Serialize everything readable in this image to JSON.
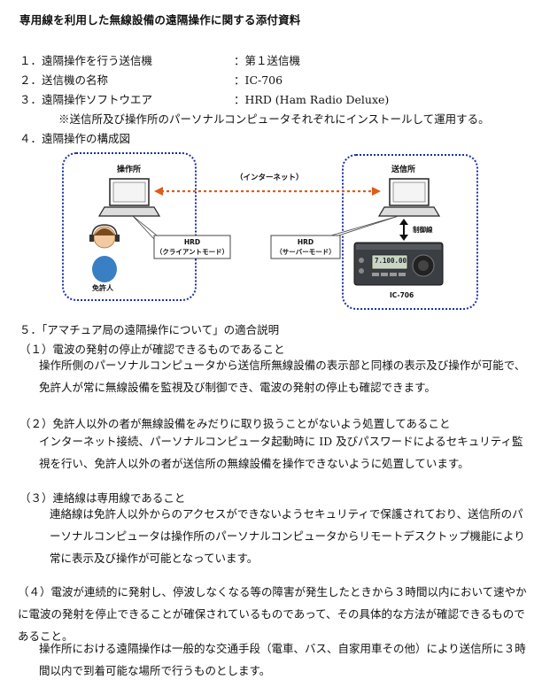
{
  "title": "専用線を利用した無線設備の遠隔操作に関する添付資料",
  "items": [
    {
      "num": "１．",
      "label": "遠隔操作を行う送信機",
      "value": "：第１送信機"
    },
    {
      "num": "２．",
      "label": "送信機の名称",
      "value": "：IC-706"
    },
    {
      "num": "３．",
      "label": "遠隔操作ソフトウエア",
      "value": "：HRD (Ham Radio Deluxe)"
    }
  ],
  "software_note": "※送信所及び操作所のパーソナルコンピュータそれぞれにインストールして運用する。",
  "diagram_heading": "４．遠隔操作の構成図",
  "diagram": {
    "operation_site": "操作所",
    "transmit_site": "送信所",
    "internet": "（インターネット）",
    "hrd_client_line1": "HRD",
    "hrd_client_line2": "（クライアントモード）",
    "hrd_server_line1": "HRD",
    "hrd_server_line2": "（サーバーモード）",
    "operator": "免許人",
    "control_line": "制御線",
    "radio": "IC-706",
    "radio_display": "7.100.00"
  },
  "section5_heading": "５．「アマチュア局の遠隔操作について」の適合説明",
  "s1": {
    "heading": "（１）電波の発射の停止が確認できるものであること",
    "body_line1": "操作所側のパーソナルコンピュータから送信所無線設備の表示部と同様の表示及び操作が可能で、",
    "body_line2": "免許人が常に無線設備を監視及び制御でき、電波の発射の停止も確認できます。"
  },
  "s2": {
    "heading": "（２）免許人以外の者が無線設備をみだりに取り扱うことがないよう処置してあること",
    "body_line1": "インターネット接続、パーソナルコンピュータ起動時に ID 及びパスワードによるセキュリティ監",
    "body_line2": "視を行い、免許人以外の者が送信所の無線設備を操作できないように処置しています。"
  },
  "s3": {
    "heading": "（３）連絡線は専用線であること",
    "body_line1": "連絡線は免許人以外からのアクセスができないようセキュリティで保護されており、送信所のパ",
    "body_line2": "ーソナルコンピュータは操作所のパーソナルコンピュータからリモートデスクトップ機能により",
    "body_line3": "常に表示及び操作が可能となっています。"
  },
  "s4": {
    "line1": "（４）電波が連続的に発射し、停波しなくなる等の障害が発生したときから３時間以内において速やか",
    "line2": "に電波の発射を停止できることが確保されているものであって、その具体的な方法が確認できるもので",
    "line3": "あること。",
    "body_line1": "操作所における遠隔操作は一般的な交通手段（電車、バス、自家用車その他）により送信所に３時",
    "body_line2": "間以内で到着可能な場所で行うものとします。"
  }
}
